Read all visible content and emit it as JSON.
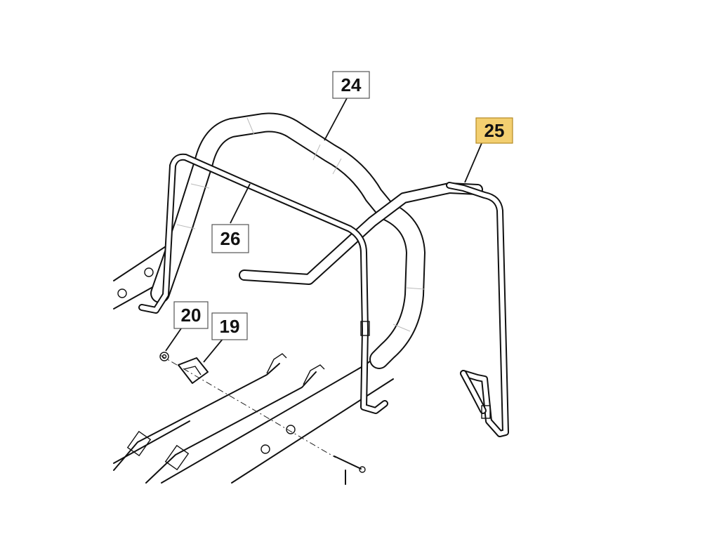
{
  "callouts": {
    "part_24": "24",
    "part_25": "25",
    "part_26": "26",
    "part_20": "20",
    "part_19": "19"
  },
  "colors": {
    "highlight": "#f3cf70",
    "line": "#111111"
  }
}
